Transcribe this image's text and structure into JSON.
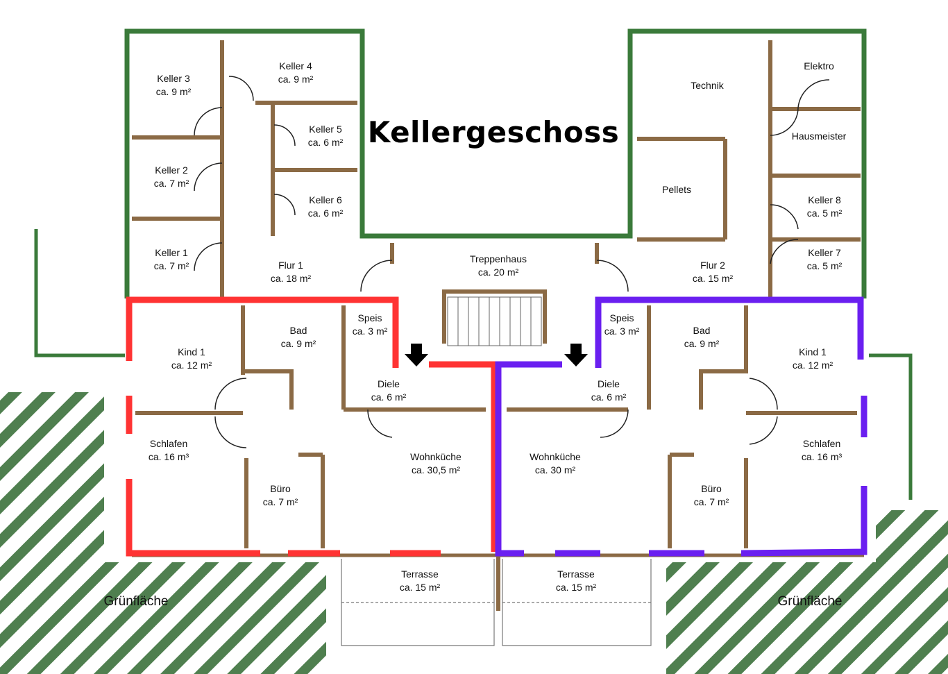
{
  "title": "Kellergeschoss",
  "colors": {
    "apartment_left": "#ff3333",
    "apartment_right": "#6a1ff0",
    "green_area": "#4f7f4f",
    "wall": "#8b6a45",
    "outer_wall": "#2f7a2f"
  },
  "green_areas": [
    "Grünfläche",
    "Grünfläche"
  ],
  "rooms": {
    "keller3": {
      "name": "Keller 3",
      "area": "ca. 9 m²"
    },
    "keller4": {
      "name": "Keller 4",
      "area": "ca. 9 m²"
    },
    "keller5": {
      "name": "Keller 5",
      "area": "ca. 6 m²"
    },
    "keller2": {
      "name": "Keller 2",
      "area": "ca. 7 m²"
    },
    "keller6": {
      "name": "Keller 6",
      "area": "ca. 6 m²"
    },
    "keller1": {
      "name": "Keller 1",
      "area": "ca. 7 m²"
    },
    "flur1": {
      "name": "Flur 1",
      "area": "ca. 18 m²"
    },
    "treppenhaus": {
      "name": "Treppenhaus",
      "area": "ca. 20 m²"
    },
    "technik": {
      "name": "Technik"
    },
    "elektro": {
      "name": "Elektro"
    },
    "hausmeister": {
      "name": "Hausmeister"
    },
    "pellets": {
      "name": "Pellets"
    },
    "keller8": {
      "name": "Keller 8",
      "area": "ca. 5 m²"
    },
    "keller7": {
      "name": "Keller 7",
      "area": "ca. 5 m²"
    },
    "flur2": {
      "name": "Flur 2",
      "area": "ca. 15 m²"
    }
  },
  "apartment_left": {
    "kind1": {
      "name": "Kind 1",
      "area": "ca. 12 m²"
    },
    "bad": {
      "name": "Bad",
      "area": "ca. 9 m²"
    },
    "speis": {
      "name": "Speis",
      "area": "ca. 3 m²"
    },
    "diele": {
      "name": "Diele",
      "area": "ca. 6 m²"
    },
    "schlafen": {
      "name": "Schlafen",
      "area": "ca. 16 m³"
    },
    "buero": {
      "name": "Büro",
      "area": "ca. 7 m²"
    },
    "wohnkueche": {
      "name": "Wohnküche",
      "area": "ca. 30,5 m²"
    },
    "terrasse": {
      "name": "Terrasse",
      "area": "ca. 15 m²"
    }
  },
  "apartment_right": {
    "speis": {
      "name": "Speis",
      "area": "ca. 3 m²"
    },
    "bad": {
      "name": "Bad",
      "area": "ca. 9 m²"
    },
    "kind1": {
      "name": "Kind 1",
      "area": "ca. 12 m²"
    },
    "diele": {
      "name": "Diele",
      "area": "ca. 6 m²"
    },
    "schlafen": {
      "name": "Schlafen",
      "area": "ca. 16 m³"
    },
    "buero": {
      "name": "Büro",
      "area": "ca. 7 m²"
    },
    "wohnkueche": {
      "name": "Wohnküche",
      "area": "ca. 30 m²"
    },
    "terrasse": {
      "name": "Terrasse",
      "area": "ca. 15 m²"
    }
  }
}
